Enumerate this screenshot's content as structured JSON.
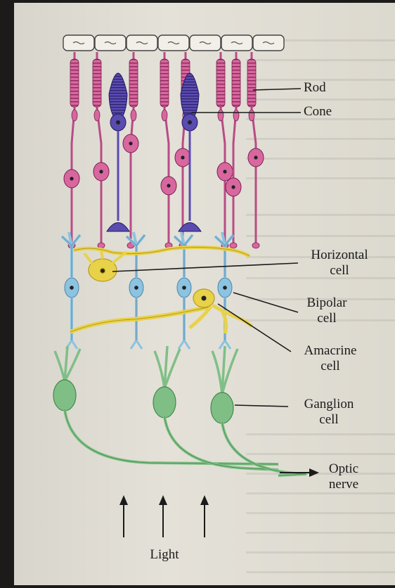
{
  "labels": {
    "rod": "Rod",
    "cone": "Cone",
    "horizontal": [
      "Horizontal",
      "cell"
    ],
    "bipolar": [
      "Bipolar",
      "cell"
    ],
    "amacrine": [
      "Amacrine",
      "cell"
    ],
    "ganglion": [
      "Ganglion",
      "cell"
    ],
    "optic": [
      "Optic",
      "nerve"
    ],
    "light": "Light"
  },
  "colors": {
    "rod": "#d9679f",
    "cone": "#5a4bb0",
    "horizontal": "#e8d24a",
    "bipolar": "#8cc3e0",
    "amacrine": "#e8d24a",
    "ganglion": "#7fbf86",
    "epithelium": "#f1efe8"
  }
}
